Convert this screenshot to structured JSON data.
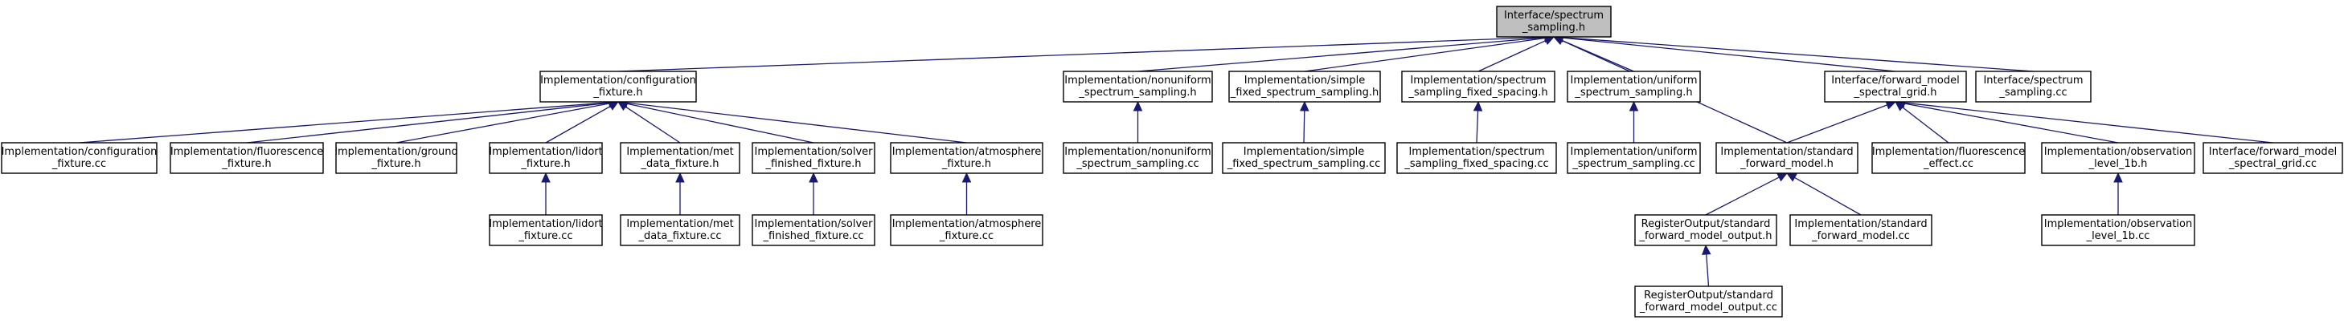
{
  "colors": {
    "edge": "#191970",
    "root_fill": "#bfbfbf",
    "node_fill": "#ffffff",
    "border": "#000000"
  },
  "nodes": [
    {
      "id": "root",
      "lines": [
        "Interface/spectrum",
        "_sampling.h"
      ]
    },
    {
      "id": "config_h",
      "lines": [
        "Implementation/configuration",
        "_fixture.h"
      ]
    },
    {
      "id": "nonuniform_h",
      "lines": [
        "Implementation/nonuniform",
        "_spectrum_sampling.h"
      ]
    },
    {
      "id": "simple_h",
      "lines": [
        "Implementation/simple",
        "_fixed_spectrum_sampling.h"
      ]
    },
    {
      "id": "ssfs_h",
      "lines": [
        "Implementation/spectrum",
        "_sampling_fixed_spacing.h"
      ]
    },
    {
      "id": "uniform_h",
      "lines": [
        "Implementation/uniform",
        "_spectrum_sampling.h"
      ]
    },
    {
      "id": "fwd_grid_h",
      "lines": [
        "Interface/forward_model",
        "_spectral_grid.h"
      ]
    },
    {
      "id": "ifc_ss_cc",
      "lines": [
        "Interface/spectrum",
        "_sampling.cc"
      ]
    },
    {
      "id": "config_cc",
      "lines": [
        "Implementation/configuration",
        "_fixture.cc"
      ]
    },
    {
      "id": "fluor_fix_h",
      "lines": [
        "Implementation/fluorescence",
        "_fixture.h"
      ]
    },
    {
      "id": "ground_h",
      "lines": [
        "Implementation/ground",
        "_fixture.h"
      ]
    },
    {
      "id": "lidort_h",
      "lines": [
        "Implementation/lidort",
        "_fixture.h"
      ]
    },
    {
      "id": "met_h",
      "lines": [
        "Implementation/met",
        "_data_fixture.h"
      ]
    },
    {
      "id": "solver_h",
      "lines": [
        "Implementation/solver",
        "_finished_fixture.h"
      ]
    },
    {
      "id": "atm_h",
      "lines": [
        "Implementation/atmosphere",
        "_fixture.h"
      ]
    },
    {
      "id": "nonuniform_cc",
      "lines": [
        "Implementation/nonuniform",
        "_spectrum_sampling.cc"
      ]
    },
    {
      "id": "simple_cc",
      "lines": [
        "Implementation/simple",
        "_fixed_spectrum_sampling.cc"
      ]
    },
    {
      "id": "ssfs_cc",
      "lines": [
        "Implementation/spectrum",
        "_sampling_fixed_spacing.cc"
      ]
    },
    {
      "id": "uniform_cc",
      "lines": [
        "Implementation/uniform",
        "_spectrum_sampling.cc"
      ]
    },
    {
      "id": "sfm_h",
      "lines": [
        "Implementation/standard",
        "_forward_model.h"
      ]
    },
    {
      "id": "fluor_eff_cc",
      "lines": [
        "Implementation/fluorescence",
        "_effect.cc"
      ]
    },
    {
      "id": "obs_h",
      "lines": [
        "Implementation/observation",
        "_level_1b.h"
      ]
    },
    {
      "id": "fwd_grid_cc",
      "lines": [
        "Interface/forward_model",
        "_spectral_grid.cc"
      ]
    },
    {
      "id": "lidort_cc",
      "lines": [
        "Implementation/lidort",
        "_fixture.cc"
      ]
    },
    {
      "id": "met_cc",
      "lines": [
        "Implementation/met",
        "_data_fixture.cc"
      ]
    },
    {
      "id": "solver_cc",
      "lines": [
        "Implementation/solver",
        "_finished_fixture.cc"
      ]
    },
    {
      "id": "atm_cc",
      "lines": [
        "Implementation/atmosphere",
        "_fixture.cc"
      ]
    },
    {
      "id": "reg_h",
      "lines": [
        "RegisterOutput/standard",
        "_forward_model_output.h"
      ]
    },
    {
      "id": "sfm_cc",
      "lines": [
        "Implementation/standard",
        "_forward_model.cc"
      ]
    },
    {
      "id": "obs_cc",
      "lines": [
        "Implementation/observation",
        "_level_1b.cc"
      ]
    },
    {
      "id": "reg_cc",
      "lines": [
        "RegisterOutput/standard",
        "_forward_model_output.cc"
      ]
    }
  ],
  "edges": [
    [
      "config_h",
      "root"
    ],
    [
      "nonuniform_h",
      "root"
    ],
    [
      "simple_h",
      "root"
    ],
    [
      "ssfs_h",
      "root"
    ],
    [
      "uniform_h",
      "root"
    ],
    [
      "sfm_h",
      "root"
    ],
    [
      "fwd_grid_h",
      "root"
    ],
    [
      "ifc_ss_cc",
      "root"
    ],
    [
      "config_cc",
      "config_h"
    ],
    [
      "fluor_fix_h",
      "config_h"
    ],
    [
      "ground_h",
      "config_h"
    ],
    [
      "lidort_h",
      "config_h"
    ],
    [
      "met_h",
      "config_h"
    ],
    [
      "solver_h",
      "config_h"
    ],
    [
      "atm_h",
      "config_h"
    ],
    [
      "lidort_cc",
      "lidort_h"
    ],
    [
      "met_cc",
      "met_h"
    ],
    [
      "solver_cc",
      "solver_h"
    ],
    [
      "atm_cc",
      "atm_h"
    ],
    [
      "nonuniform_cc",
      "nonuniform_h"
    ],
    [
      "simple_cc",
      "simple_h"
    ],
    [
      "ssfs_cc",
      "ssfs_h"
    ],
    [
      "uniform_cc",
      "uniform_h"
    ],
    [
      "sfm_h",
      "fwd_grid_h"
    ],
    [
      "fluor_eff_cc",
      "fwd_grid_h"
    ],
    [
      "obs_h",
      "fwd_grid_h"
    ],
    [
      "fwd_grid_cc",
      "fwd_grid_h"
    ],
    [
      "reg_h",
      "sfm_h"
    ],
    [
      "sfm_cc",
      "sfm_h"
    ],
    [
      "obs_cc",
      "obs_h"
    ],
    [
      "reg_cc",
      "reg_h"
    ]
  ]
}
